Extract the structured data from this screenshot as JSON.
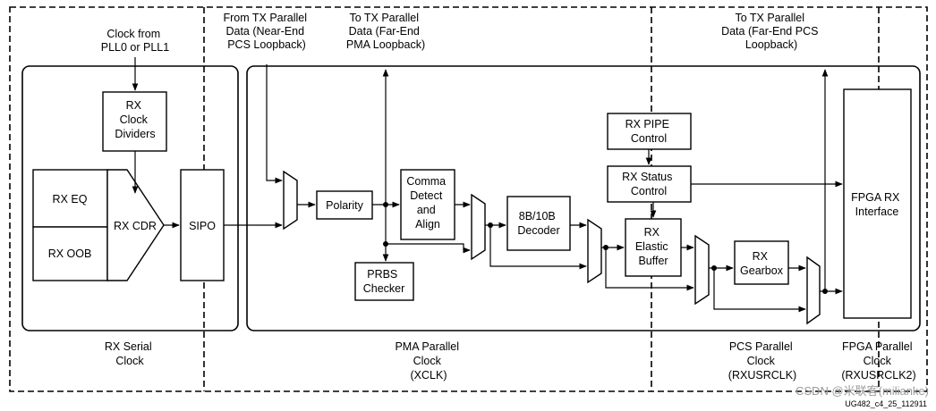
{
  "labels": {
    "clock_from": [
      "Clock from",
      "PLL0 or PLL1"
    ],
    "from_tx_near": [
      "From TX Parallel",
      "Data (Near-End",
      "PCS Loopback)"
    ],
    "to_tx_far_pma": [
      "To TX Parallel",
      "Data (Far-End",
      "PMA Loopback)"
    ],
    "to_tx_far_pcs": [
      "To TX Parallel",
      "Data (Far-End PCS",
      "Loopback)"
    ],
    "rx_serial_clock": [
      "RX Serial",
      "Clock"
    ],
    "pma_parallel_clock": [
      "PMA Parallel",
      "Clock",
      "(XCLK)"
    ],
    "pcs_parallel_clock": [
      "PCS Parallel",
      "Clock",
      "(RXUSRCLK)"
    ],
    "fpga_parallel_clock": [
      "FPGA Parallel",
      "Clock",
      "(RXUSRCLK2)"
    ]
  },
  "blocks": {
    "rx_clock_dividers": [
      "RX",
      "Clock",
      "Dividers"
    ],
    "rx_eq": [
      "RX EQ"
    ],
    "rx_oob": [
      "RX OOB"
    ],
    "rx_cdr": [
      "RX CDR"
    ],
    "sipo": [
      "SIPO"
    ],
    "polarity": [
      "Polarity"
    ],
    "comma_detect": [
      "Comma",
      "Detect",
      "and",
      "Align"
    ],
    "prbs_checker": [
      "PRBS",
      "Checker"
    ],
    "decoder_8b10b": [
      "8B/10B",
      "Decoder"
    ],
    "rx_pipe_control": [
      "RX PIPE",
      "Control"
    ],
    "rx_status_control": [
      "RX Status",
      "Control"
    ],
    "rx_elastic_buffer": [
      "RX",
      "Elastic",
      "Buffer"
    ],
    "rx_gearbox": [
      "RX",
      "Gearbox"
    ],
    "fpga_rx_interface": [
      "FPGA RX",
      "Interface"
    ]
  },
  "footer": {
    "watermark": "CSDN @米联客(milianke)",
    "figure_code": "UG482_c4_25_112911"
  },
  "colors": {
    "line": "#000000",
    "watermark": "#9a9a9a"
  }
}
